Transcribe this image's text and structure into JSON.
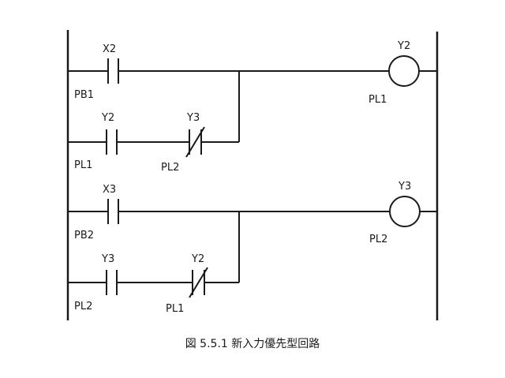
{
  "rung1": {
    "contact_x2": {
      "name": "X2",
      "tag": "PB1"
    },
    "contact_y2": {
      "name": "Y2",
      "tag": "PL1"
    },
    "contact_y3_nc": {
      "name": "Y3",
      "tag": "PL2"
    },
    "coil_y2": {
      "name": "Y2",
      "tag": "PL1"
    }
  },
  "rung2": {
    "contact_x3": {
      "name": "X3",
      "tag": "PB2"
    },
    "contact_y3": {
      "name": "Y3",
      "tag": "PL2"
    },
    "contact_y2_nc": {
      "name": "Y2",
      "tag": "PL1"
    },
    "coil_y3": {
      "name": "Y3",
      "tag": "PL2"
    }
  },
  "caption": "図 5.5.1 新入力優先型回路"
}
